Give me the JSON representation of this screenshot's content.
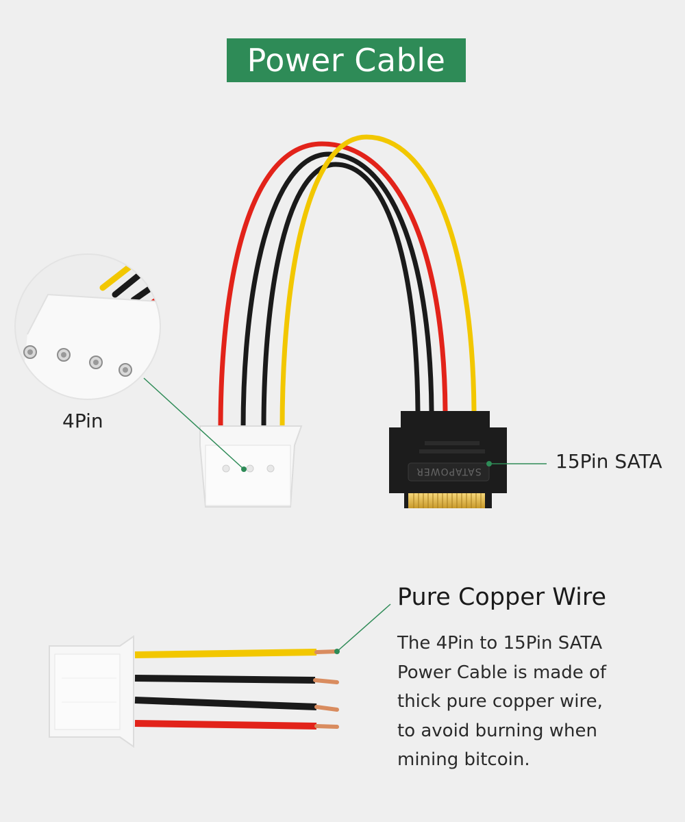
{
  "title": "Power Cable",
  "labels": {
    "four_pin": "4Pin",
    "sata": "15Pin SATA",
    "sata_connector_text": "SATAPOWER"
  },
  "copper": {
    "heading": "Pure Copper Wire",
    "lines": [
      "The 4Pin to 15Pin SATA",
      "Power Cable is made of",
      "thick pure copper wire,",
      "to avoid burning when",
      "mining bitcoin."
    ]
  },
  "colors": {
    "accent_green": "#2e8b57",
    "wire_red": "#e2231a",
    "wire_black": "#1a1a1a",
    "wire_yellow": "#f2c700",
    "connector_white": "#f7f7f7",
    "sata_body": "#1c1c1c",
    "copper": "#d98c5f"
  }
}
